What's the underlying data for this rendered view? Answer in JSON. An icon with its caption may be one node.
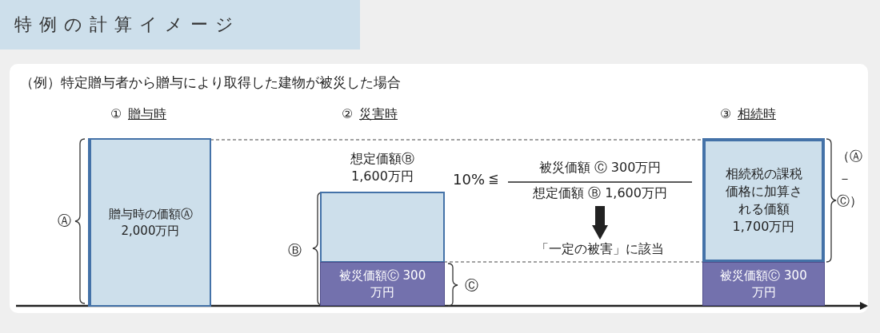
{
  "diagram": {
    "title": "特例の計算イメージ",
    "nodes": [
      {
        "text": [
          "贈与時の価額Ⓐ 2,000万円"
        ]
      },
      {
        "text": [
          "想定価額Ⓑ 1,600万円"
        ]
      },
      {
        "text": [
          "被災価額Ⓒ 300万円"
        ]
      },
      {
        "text": [
          "相続税の課税価格に加算される価額1,700万円"
        ]
      },
      {
        "text": [
          "被災価額Ⓒ 300万円"
        ]
      },
      {
        "text": [
          "被災価額 Ⓒ 300万円",
          "想定価額 Ⓑ 1,600万円"
        ]
      },
      {
        "text": [
          "「一定の被害」に該当"
        ]
      }
    ],
    "edges": [
      {
        "from": 5,
        "to": 6,
        "arrow": "to"
      }
    ],
    "labels": [
      "（例）特定贈与者から贈与により取得した建物が被災した場合",
      "①",
      "贈与時",
      "②",
      "災害時",
      "③",
      "相続時",
      "Ⓐ",
      "10%",
      "≦",
      "Ⓑ",
      "Ⓒ",
      "（Ⓐ－Ⓒ）"
    ]
  }
}
